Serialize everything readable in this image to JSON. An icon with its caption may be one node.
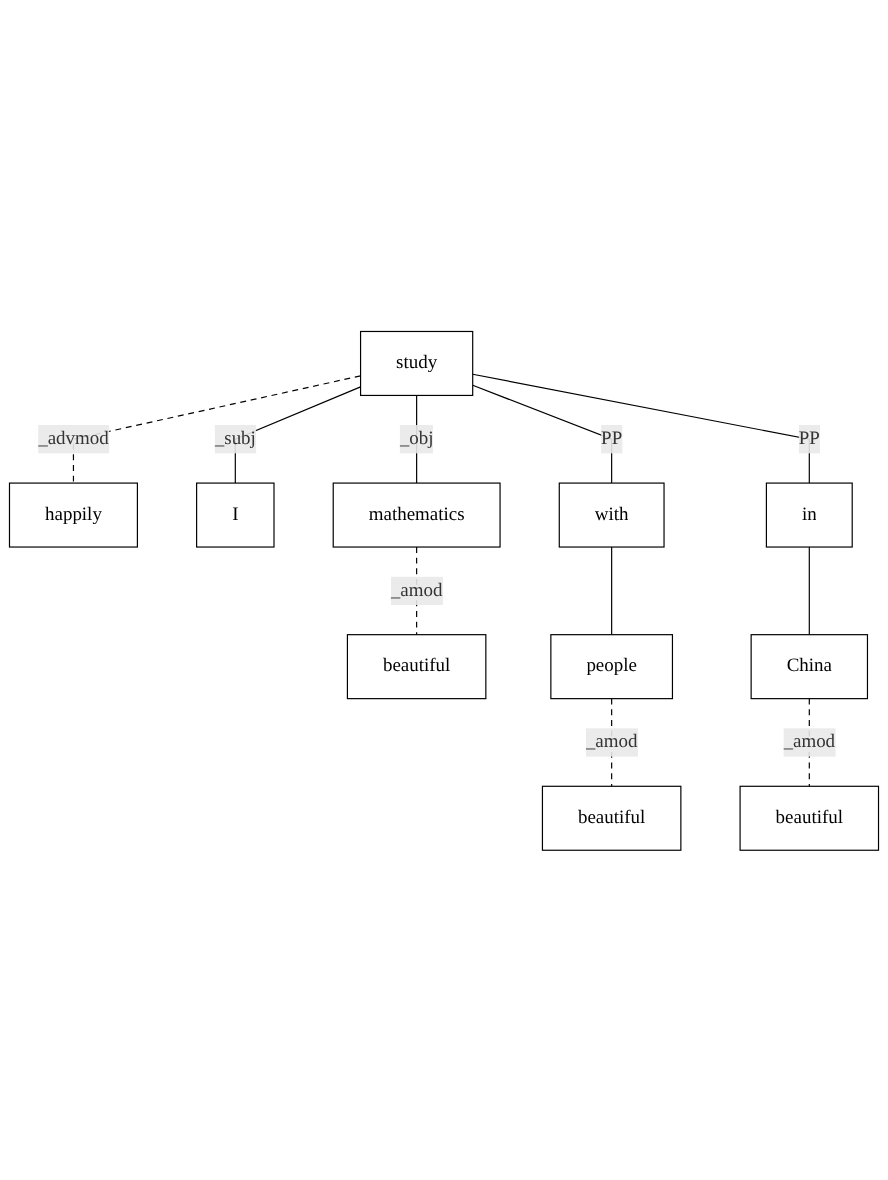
{
  "diagram": {
    "nodes": [
      {
        "text": [
          "study"
        ]
      },
      {
        "text": [
          "happily"
        ]
      },
      {
        "text": [
          "I"
        ]
      },
      {
        "text": [
          "mathematics"
        ]
      },
      {
        "text": [
          "with"
        ]
      },
      {
        "text": [
          "in"
        ]
      },
      {
        "text": [
          "beautiful"
        ]
      },
      {
        "text": [
          "people"
        ]
      },
      {
        "text": [
          "China"
        ]
      },
      {
        "text": [
          "beautiful"
        ]
      },
      {
        "text": [
          "beautiful"
        ]
      }
    ],
    "edges": [
      {
        "from": 0,
        "to": 1,
        "arrow": "none",
        "label": "_advmod",
        "style": "dashed"
      },
      {
        "from": 0,
        "to": 2,
        "arrow": "none",
        "label": "_subj"
      },
      {
        "from": 0,
        "to": 3,
        "arrow": "none",
        "label": "_obj"
      },
      {
        "from": 0,
        "to": 4,
        "arrow": "none",
        "label": "PP"
      },
      {
        "from": 0,
        "to": 5,
        "arrow": "none",
        "label": "PP"
      },
      {
        "from": 3,
        "to": 6,
        "arrow": "none",
        "label": "_amod",
        "style": "dashed"
      },
      {
        "from": 4,
        "to": 7,
        "arrow": "none"
      },
      {
        "from": 5,
        "to": 8,
        "arrow": "none"
      },
      {
        "from": 7,
        "to": 9,
        "arrow": "none",
        "label": "_amod",
        "style": "dashed"
      },
      {
        "from": 8,
        "to": 10,
        "arrow": "none",
        "label": "_amod",
        "style": "dashed"
      }
    ]
  }
}
